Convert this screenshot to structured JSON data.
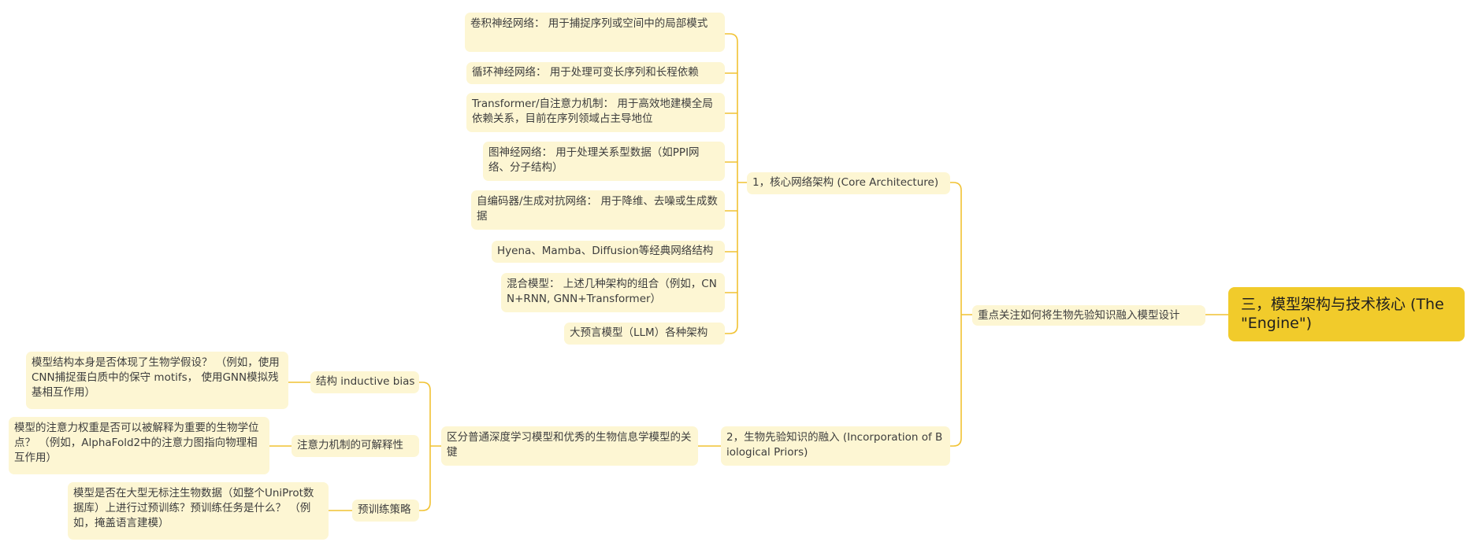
{
  "mindmap": {
    "root": {
      "text": "三，模型架构与技术核心 (The \"Engine\")"
    },
    "focus": {
      "text": "重点关注如何将生物先验知识融入模型设计"
    },
    "core_architecture": {
      "text": "1，核心网络架构 (Core Architecture)",
      "children": [
        "卷积神经网络： 用于捕捉序列或空间中的局部模式",
        "循环神经网络： 用于处理可变长序列和长程依赖",
        "Transformer/自注意力机制： 用于高效地建模全局依赖关系，目前在序列领域占主导地位",
        "图神经网络： 用于处理关系型数据（如PPI网络、分子结构）",
        "自编码器/生成对抗网络： 用于降维、去噪或生成数据",
        "Hyena、Mamba、Diffusion等经典网络结构",
        "混合模型： 上述几种架构的组合（例如，CNN+RNN, GNN+Transformer）",
        "大预言模型（LLM）各种架构"
      ]
    },
    "priors": {
      "text": "2，生物先验知识的融入 (Incorporation of Biological Priors)",
      "key": "区分普通深度学习模型和优秀的生物信息学模型的关键",
      "children": [
        {
          "label": "结构 inductive bias",
          "detail": "模型结构本身是否体现了生物学假设？ （例如，使用CNN捕捉蛋白质中的保守 motifs， 使用GNN模拟残基相互作用）"
        },
        {
          "label": "注意力机制的可解释性",
          "detail": "模型的注意力权重是否可以被解释为重要的生物学位点？ （例如，AlphaFold2中的注意力图指向物理相互作用）"
        },
        {
          "label": "预训练策略",
          "detail": "模型是否在大型无标注生物数据（如整个UniProt数据库）上进行过预训练？预训练任务是什么？ （例如，掩盖语言建模）"
        }
      ]
    }
  },
  "colors": {
    "node_fill": "#fdf6d3",
    "root_fill": "#f1cb2b",
    "edge": "#f1c232",
    "text": "#3d3d3d"
  }
}
